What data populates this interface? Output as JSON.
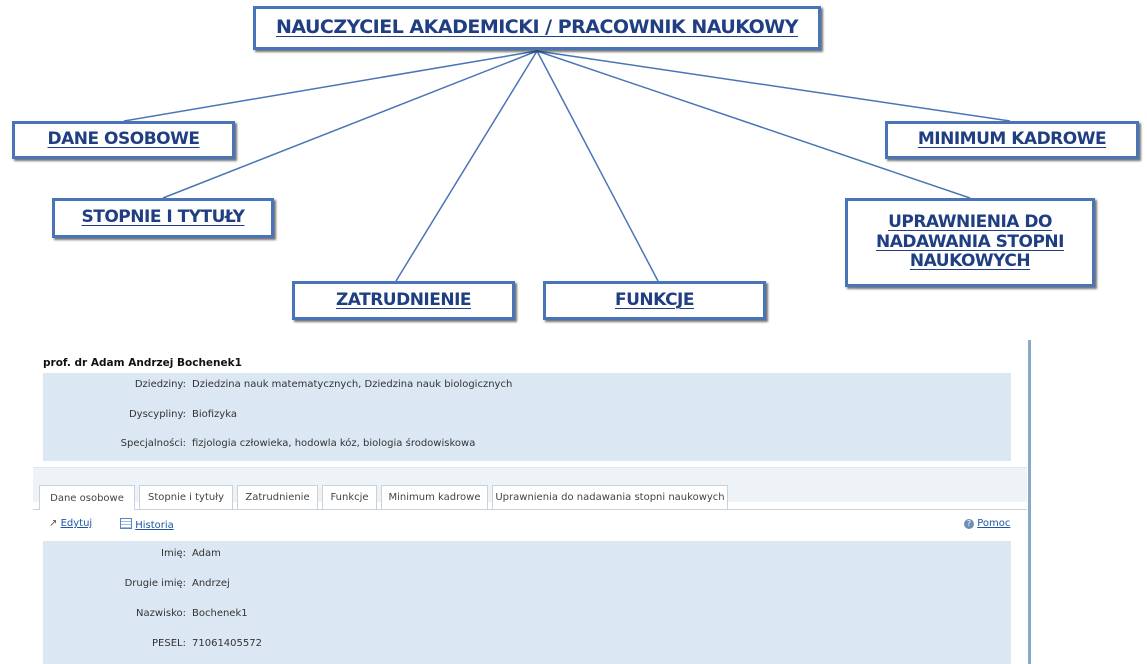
{
  "diagram": {
    "root": "NAUCZYCIEL AKADEMICKI / PRACOWNIK NAUKOWY",
    "nodes": {
      "dane_osobowe": "DANE OSOBOWE",
      "stopnie": "STOPNIE I TYTUŁY",
      "zatrudnienie": "ZATRUDNIENIE",
      "funkcje": "FUNKCJE",
      "minimum": "MINIMUM KADROWE",
      "uprawnienia_l1": "UPRAWNIENIA DO",
      "uprawnienia_l2": "NADAWANIA STOPNI",
      "uprawnienia_l3": "NAUKOWYCH"
    },
    "colors": {
      "border": "#4a74b8",
      "text": "#1f3f82",
      "line": "#4a74b8"
    }
  },
  "person": {
    "name": "prof. dr Adam Andrzej Bochenek1",
    "dziedziny_label": "Dziedziny:",
    "dziedziny_value": "Dziedzina nauk matematycznych, Dziedzina nauk biologicznych",
    "dyscypliny_label": "Dyscypliny:",
    "dyscypliny_value": "Biofizyka",
    "specjalnosci_label": "Specjalności:",
    "specjalnosci_value": "fizjologia człowieka, hodowla kóz, biologia środowiskowa"
  },
  "tabs": {
    "dane_osobowe": "Dane osobowe",
    "stopnie": "Stopnie i tytuły",
    "zatrudnienie": "Zatrudnienie",
    "funkcje": "Funkcje",
    "minimum": "Minimum kadrowe",
    "uprawnienia": "Uprawnienia do nadawania stopni naukowych"
  },
  "toolbar": {
    "edit": "Edytuj",
    "history": "Historia",
    "help": "Pomoc"
  },
  "details": {
    "imie_label": "Imię:",
    "imie_value": "Adam",
    "drugie_label": "Drugie imię:",
    "drugie_value": "Andrzej",
    "nazwisko_label": "Nazwisko:",
    "nazwisko_value": "Bochenek1",
    "pesel_label": "PESEL:",
    "pesel_value": "71061405572"
  }
}
